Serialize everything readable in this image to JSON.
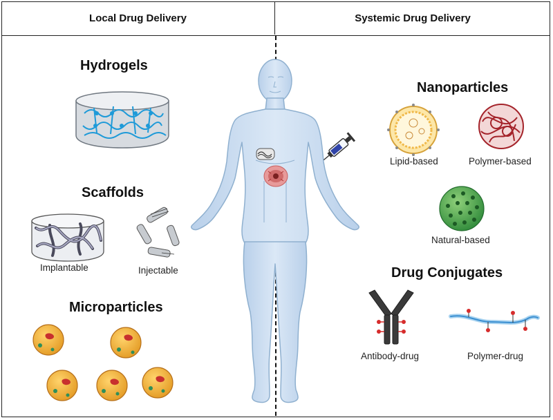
{
  "columns": {
    "local": "Local Drug Delivery",
    "systemic": "Systemic Drug Delivery"
  },
  "local": {
    "hydrogels": "Hydrogels",
    "scaffolds": "Scaffolds",
    "implantable": "Implantable",
    "injectable": "Injectable",
    "microparticles": "Microparticles"
  },
  "systemic": {
    "nanoparticles": "Nanoparticles",
    "lipid": "Lipid-based",
    "polymer": "Polymer-based",
    "natural": "Natural-based",
    "conjugates": "Drug Conjugates",
    "antibody": "Antibody-drug",
    "polymer_drug": "Polymer-drug"
  },
  "colors": {
    "body": "#c9dcef",
    "body_outline": "#8fb0cf",
    "hydrogel_fiber": "#1e9ad8",
    "lipid": "#f6c24a",
    "polymer": "#a4232a",
    "natural": "#3aa34a",
    "antibody": "#3a3a3a",
    "drug_red": "#d62c2c",
    "microparticle": "#f2b43a"
  }
}
